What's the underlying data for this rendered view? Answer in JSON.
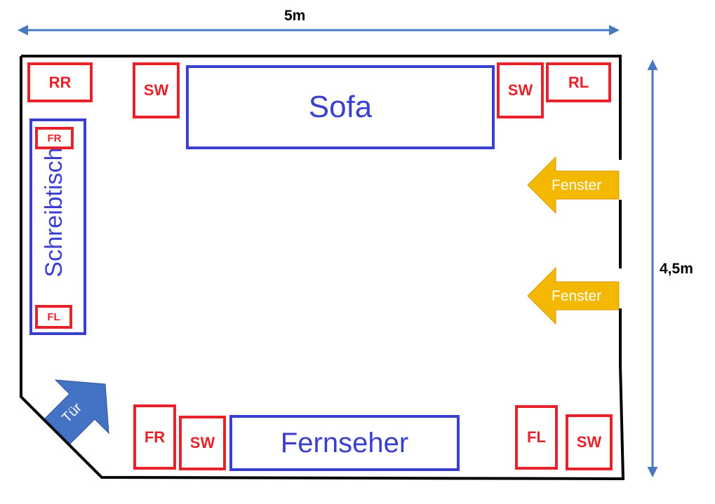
{
  "dimensions": {
    "width_label": "5m",
    "height_label": "4,5m"
  },
  "furniture": {
    "sofa": "Sofa",
    "tv": "Fernseher",
    "desk": "Schreibtisch"
  },
  "speakers": {
    "rr": "RR",
    "rl": "RL",
    "sw_top_left": "SW",
    "sw_top_right": "SW",
    "fr_desk": "FR",
    "fl_desk": "FL",
    "fr_bottom": "FR",
    "sw_bottom_left": "SW",
    "fl_bottom": "FL",
    "sw_bottom_right": "SW"
  },
  "windows": {
    "upper": "Fenster",
    "lower": "Fenster"
  },
  "door": {
    "label": "Tür"
  },
  "colors": {
    "speaker": "#e8222a",
    "furniture": "#3a3fd0",
    "dimension_arrow": "#4a78c2",
    "window_arrow": "#f5b800",
    "door_arrow": "#4472c4",
    "wall": "#000000"
  }
}
